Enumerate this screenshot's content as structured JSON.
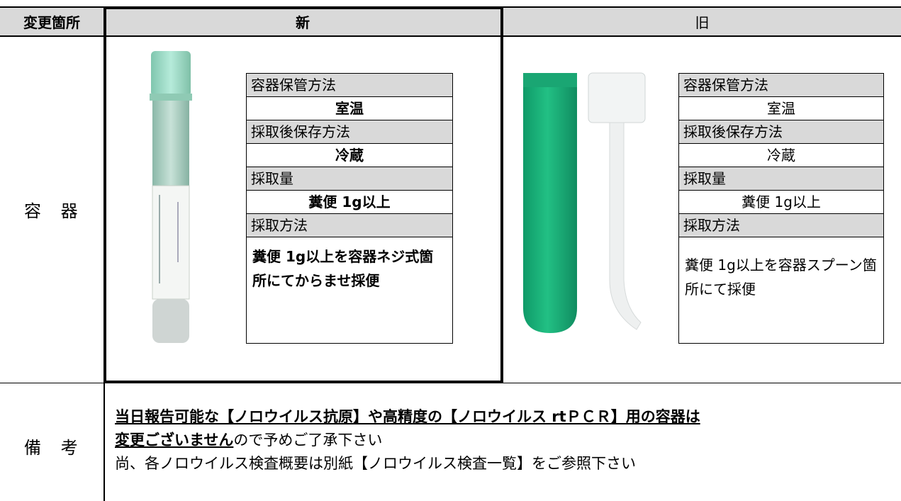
{
  "header": {
    "col1": "変更箇所",
    "col2": "新",
    "col3": "旧"
  },
  "rows": {
    "container_label": "容 器",
    "notes_label": "備 考"
  },
  "new_box": {
    "storage_header": "容器保管方法",
    "storage_value": "室温",
    "after_header": "採取後保存方法",
    "after_value": "冷蔵",
    "amount_header": "採取量",
    "amount_value": "糞便 1g以上",
    "method_header": "採取方法",
    "method_value": "糞便 1g以上を容器ネジ式箇所にてからませ採便"
  },
  "old_box": {
    "storage_header": "容器保管方法",
    "storage_value": "室温",
    "after_header": "採取後保存方法",
    "after_value": "冷蔵",
    "amount_header": "採取量",
    "amount_value": "糞便 1g以上",
    "method_header": "採取方法",
    "method_value": "糞便 1g以上を容器スプーン箇所にて採便"
  },
  "notes": {
    "line1_underlined": "当日報告可能な【ノロウイルス抗原】や高精度の【ノロウイルス rtＰＣＲ】用の容器は",
    "line2_underlined": "変更ございません",
    "line2_rest": "ので予めご了承下さい",
    "line3": "尚、各ノロウイルス検査概要は別紙【ノロウイルス検査一覧】をご参照下さい"
  },
  "colors": {
    "header_gray": "#d9d9d9",
    "tube_cap": "#9fdcc6",
    "old_tube_green": "#19b07a"
  }
}
